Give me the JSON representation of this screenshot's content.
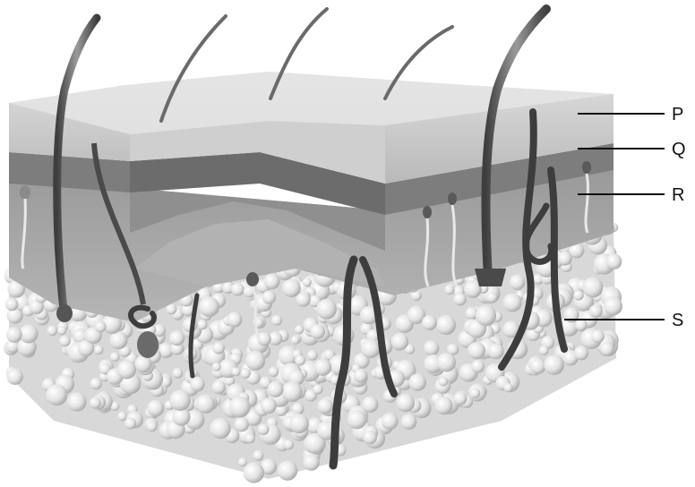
{
  "diagram": {
    "labels": [
      {
        "id": "P",
        "text": "P"
      },
      {
        "id": "Q",
        "text": "Q"
      },
      {
        "id": "R",
        "text": "R"
      },
      {
        "id": "S",
        "text": "S"
      }
    ]
  },
  "colors": {
    "epidermis": "#c9c9c9",
    "dermis_band": "#8e8e8e",
    "dermis": "#a9a9a9",
    "fat": "#e6e6e6",
    "hair": "#5a5a5a",
    "vessel": "#3d3d3d",
    "leader": "#111111"
  }
}
